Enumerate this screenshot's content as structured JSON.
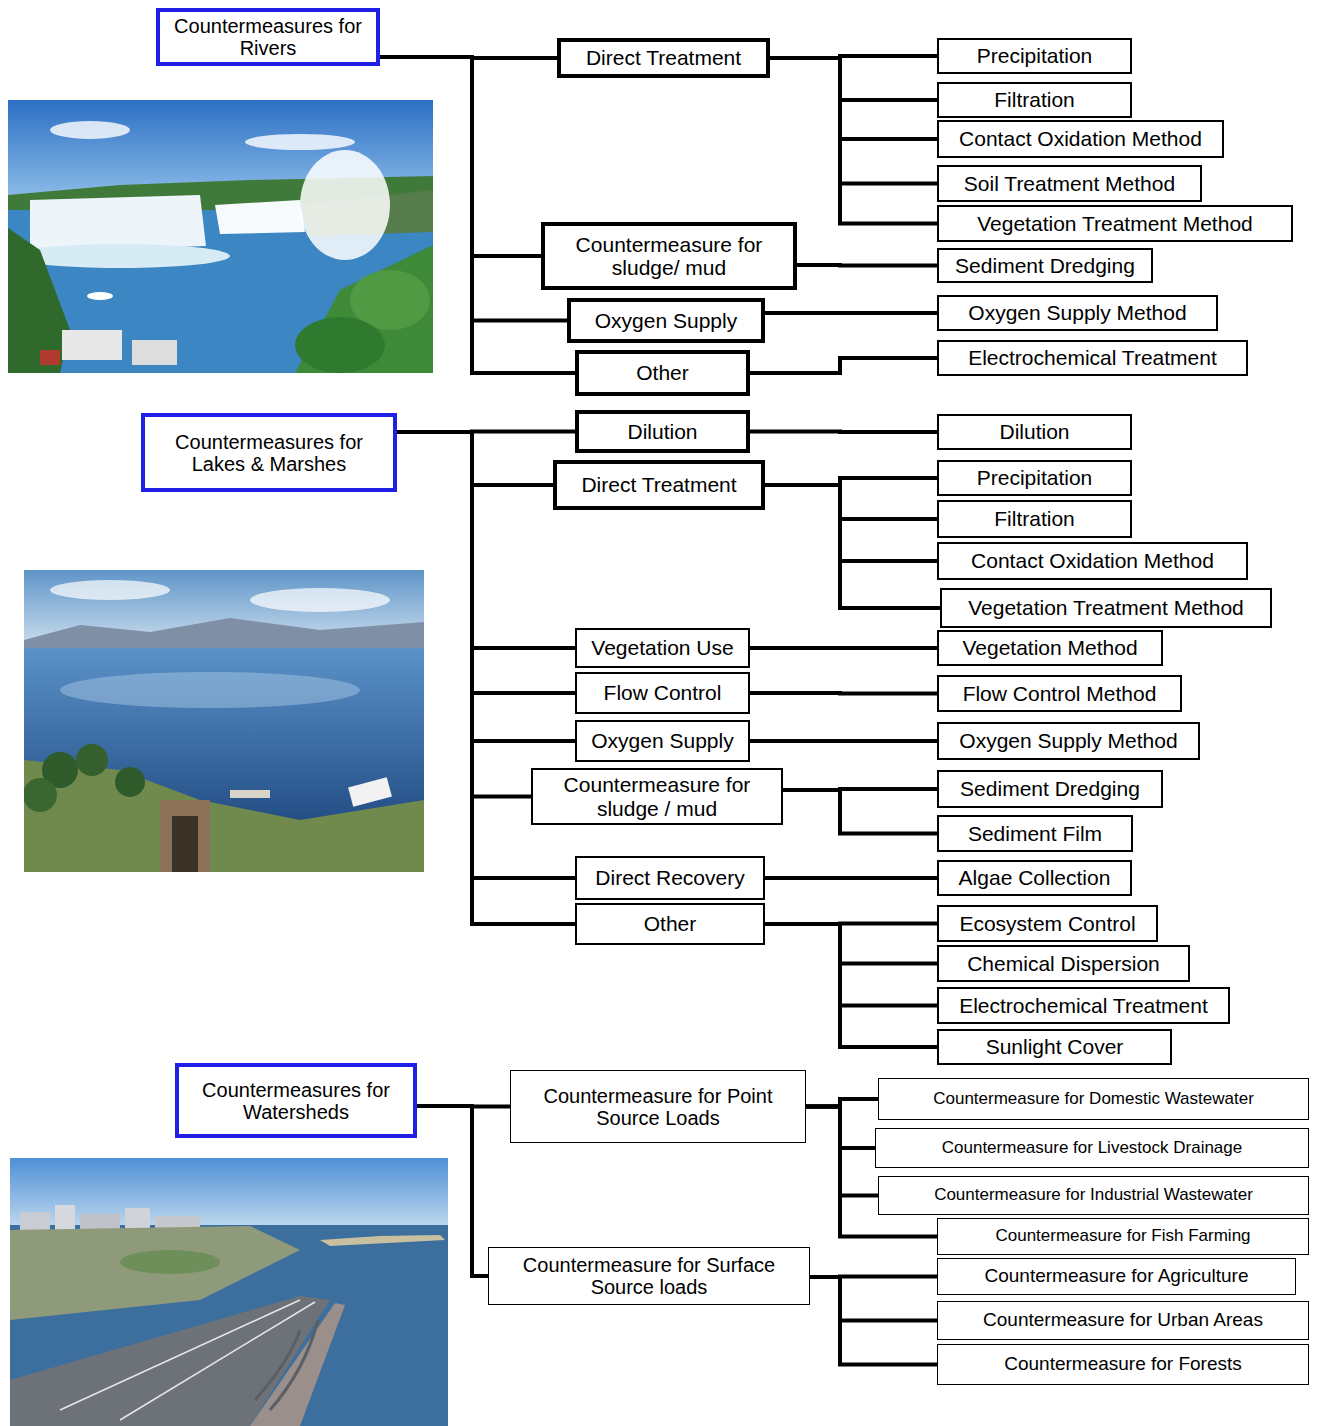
{
  "diagram": {
    "nodes": [
      {
        "text": [
          "Countermeasures for Rivers"
        ]
      },
      {
        "text": [
          "Direct Treatment"
        ]
      },
      {
        "text": [
          "Precipitation"
        ]
      },
      {
        "text": [
          "Filtration"
        ]
      },
      {
        "text": [
          "Contact Oxidation Method"
        ]
      },
      {
        "text": [
          "Soil Treatment Method"
        ]
      },
      {
        "text": [
          "Vegetation Treatment Method"
        ]
      },
      {
        "text": [
          "Countermeasure for sludge/ mud"
        ]
      },
      {
        "text": [
          "Sediment Dredging"
        ]
      },
      {
        "text": [
          "Oxygen Supply"
        ]
      },
      {
        "text": [
          "Oxygen Supply Method"
        ]
      },
      {
        "text": [
          "Other"
        ]
      },
      {
        "text": [
          "Electrochemical Treatment"
        ]
      },
      {
        "text": [
          "Countermeasures for Lakes & Marshes"
        ]
      },
      {
        "text": [
          "Dilution"
        ]
      },
      {
        "text": [
          "Dilution"
        ]
      },
      {
        "text": [
          "Direct Treatment"
        ]
      },
      {
        "text": [
          "Precipitation"
        ]
      },
      {
        "text": [
          "Filtration"
        ]
      },
      {
        "text": [
          "Contact Oxidation Method"
        ]
      },
      {
        "text": [
          "Vegetation Treatment Method"
        ]
      },
      {
        "text": [
          "Vegetation Use"
        ]
      },
      {
        "text": [
          "Vegetation Method"
        ]
      },
      {
        "text": [
          "Flow Control"
        ]
      },
      {
        "text": [
          "Flow Control Method"
        ]
      },
      {
        "text": [
          "Oxygen Supply"
        ]
      },
      {
        "text": [
          "Oxygen Supply Method"
        ]
      },
      {
        "text": [
          "Countermeasure for sludge / mud"
        ]
      },
      {
        "text": [
          "Sediment Dredging"
        ]
      },
      {
        "text": [
          "Sediment Film"
        ]
      },
      {
        "text": [
          "Direct Recovery"
        ]
      },
      {
        "text": [
          "Algae Collection"
        ]
      },
      {
        "text": [
          "Other"
        ]
      },
      {
        "text": [
          "Ecosystem Control"
        ]
      },
      {
        "text": [
          "Chemical Dispersion"
        ]
      },
      {
        "text": [
          "Electrochemical Treatment"
        ]
      },
      {
        "text": [
          "Sunlight Cover"
        ]
      },
      {
        "text": [
          "Countermeasures for Watersheds"
        ]
      },
      {
        "text": [
          "Countermeasure for Point Source Loads"
        ]
      },
      {
        "text": [
          "Countermeasure for Domestic Wastewater"
        ]
      },
      {
        "text": [
          "Countermeasure for Livestock Drainage"
        ]
      },
      {
        "text": [
          "Countermeasure for Industrial Wastewater"
        ]
      },
      {
        "text": [
          "Countermeasure for Fish Farming"
        ]
      },
      {
        "text": [
          "Countermeasure for Surface Source loads"
        ]
      },
      {
        "text": [
          "Countermeasure for Agriculture"
        ]
      },
      {
        "text": [
          "Countermeasure for Urban Areas"
        ]
      },
      {
        "text": [
          "Countermeasure for Forests"
        ]
      }
    ],
    "edges": [
      {
        "from": 0,
        "to": 1,
        "arrow": "none"
      },
      {
        "from": 0,
        "to": 7,
        "arrow": "none"
      },
      {
        "from": 0,
        "to": 9,
        "arrow": "none"
      },
      {
        "from": 0,
        "to": 11,
        "arrow": "none"
      },
      {
        "from": 1,
        "to": 2,
        "arrow": "none"
      },
      {
        "from": 1,
        "to": 3,
        "arrow": "none"
      },
      {
        "from": 1,
        "to": 4,
        "arrow": "none"
      },
      {
        "from": 1,
        "to": 5,
        "arrow": "none"
      },
      {
        "from": 1,
        "to": 6,
        "arrow": "none"
      },
      {
        "from": 7,
        "to": 8,
        "arrow": "none"
      },
      {
        "from": 9,
        "to": 10,
        "arrow": "none"
      },
      {
        "from": 11,
        "to": 12,
        "arrow": "none"
      },
      {
        "from": 13,
        "to": 14,
        "arrow": "none"
      },
      {
        "from": 13,
        "to": 16,
        "arrow": "none"
      },
      {
        "from": 13,
        "to": 21,
        "arrow": "none"
      },
      {
        "from": 13,
        "to": 23,
        "arrow": "none"
      },
      {
        "from": 13,
        "to": 25,
        "arrow": "none"
      },
      {
        "from": 13,
        "to": 27,
        "arrow": "none"
      },
      {
        "from": 13,
        "to": 30,
        "arrow": "none"
      },
      {
        "from": 13,
        "to": 32,
        "arrow": "none"
      },
      {
        "from": 14,
        "to": 15,
        "arrow": "none"
      },
      {
        "from": 16,
        "to": 17,
        "arrow": "none"
      },
      {
        "from": 16,
        "to": 18,
        "arrow": "none"
      },
      {
        "from": 16,
        "to": 19,
        "arrow": "none"
      },
      {
        "from": 16,
        "to": 20,
        "arrow": "none"
      },
      {
        "from": 21,
        "to": 22,
        "arrow": "none"
      },
      {
        "from": 23,
        "to": 24,
        "arrow": "none"
      },
      {
        "from": 25,
        "to": 26,
        "arrow": "none"
      },
      {
        "from": 27,
        "to": 28,
        "arrow": "none"
      },
      {
        "from": 27,
        "to": 29,
        "arrow": "none"
      },
      {
        "from": 30,
        "to": 31,
        "arrow": "none"
      },
      {
        "from": 32,
        "to": 33,
        "arrow": "none"
      },
      {
        "from": 32,
        "to": 34,
        "arrow": "none"
      },
      {
        "from": 32,
        "to": 35,
        "arrow": "none"
      },
      {
        "from": 32,
        "to": 36,
        "arrow": "none"
      },
      {
        "from": 37,
        "to": 38,
        "arrow": "none"
      },
      {
        "from": 37,
        "to": 43,
        "arrow": "none"
      },
      {
        "from": 38,
        "to": 39,
        "arrow": "none"
      },
      {
        "from": 38,
        "to": 40,
        "arrow": "none"
      },
      {
        "from": 38,
        "to": 41,
        "arrow": "none"
      },
      {
        "from": 38,
        "to": 42,
        "arrow": "none"
      },
      {
        "from": 43,
        "to": 44,
        "arrow": "none"
      },
      {
        "from": 43,
        "to": 45,
        "arrow": "none"
      },
      {
        "from": 43,
        "to": 46,
        "arrow": "none"
      }
    ]
  }
}
